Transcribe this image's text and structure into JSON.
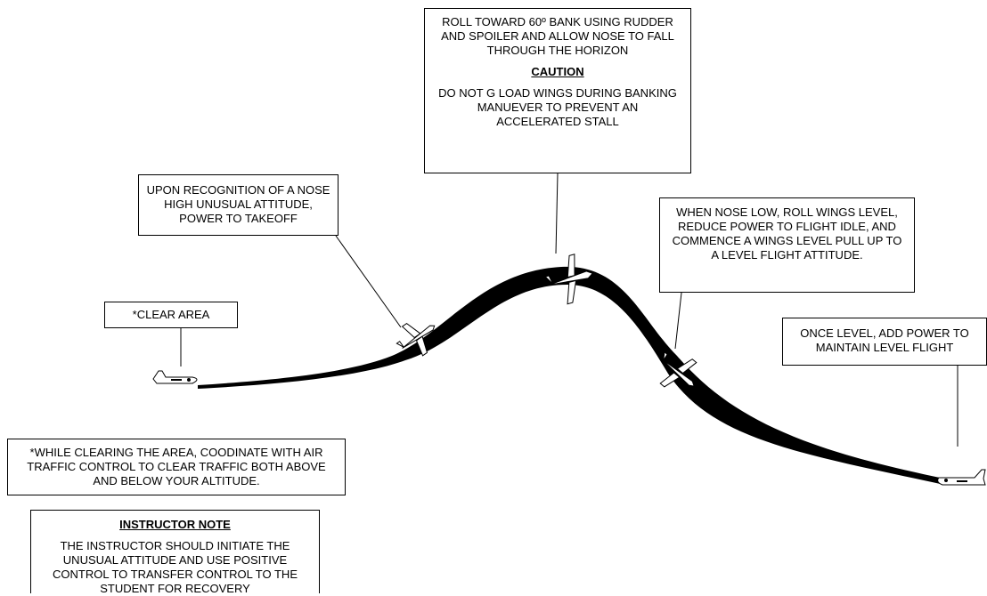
{
  "callouts": {
    "roll_toward_bank": {
      "text": "ROLL TOWARD 60º BANK USING RUDDER AND SPOILER AND ALLOW NOSE TO FALL THROUGH THE HORIZON",
      "caution_heading": "CAUTION",
      "caution_text": "DO NOT G LOAD WINGS DURING BANKING MANUEVER TO PREVENT AN ACCELERATED STALL"
    },
    "upon_recognition": "UPON RECOGNITION OF A NOSE HIGH UNUSUAL ATTITUDE, POWER TO TAKEOFF",
    "clear_area": "*CLEAR AREA",
    "nose_low": "WHEN NOSE LOW, ROLL WINGS LEVEL, REDUCE POWER TO FLIGHT IDLE, AND COMMENCE A WINGS LEVEL PULL UP TO A LEVEL FLIGHT ATTITUDE.",
    "once_level": "ONCE LEVEL, ADD POWER TO MAINTAIN LEVEL FLIGHT",
    "coordinate_note": "*WHILE CLEARING THE AREA, COODINATE WITH AIR TRAFFIC CONTROL TO CLEAR TRAFFIC BOTH ABOVE AND BELOW YOUR ALTITUDE.",
    "instructor_note": {
      "heading": "INSTRUCTOR NOTE",
      "text": "THE INSTRUCTOR SHOULD INITIATE THE UNUSUAL ATTITUDE AND USE POSITIVE CONTROL TO TRANSFER CONTROL TO THE STUDENT FOR RECOVERY"
    }
  },
  "icons": [
    "aircraft-icon"
  ]
}
